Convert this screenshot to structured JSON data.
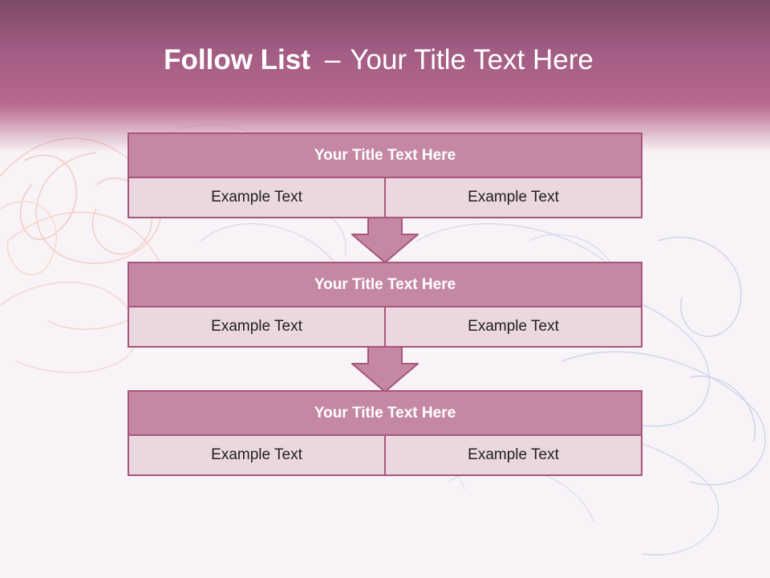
{
  "slide": {
    "title_bold": "Follow List",
    "title_rest": "Your Title Text Here",
    "title_dash": "–"
  },
  "blocks": [
    {
      "title": "Your Title Text Here",
      "cells": [
        "Example Text",
        "Example Text"
      ]
    },
    {
      "title": "Your Title Text Here",
      "cells": [
        "Example Text",
        "Example Text"
      ]
    },
    {
      "title": "Your Title Text Here",
      "cells": [
        "Example Text",
        "Example Text"
      ]
    }
  ],
  "colors": {
    "header": "#b9688e",
    "block_title": "#c588a4",
    "block_cell": "#ead7df",
    "border": "#a8557b",
    "arrow": "#c588a4"
  }
}
